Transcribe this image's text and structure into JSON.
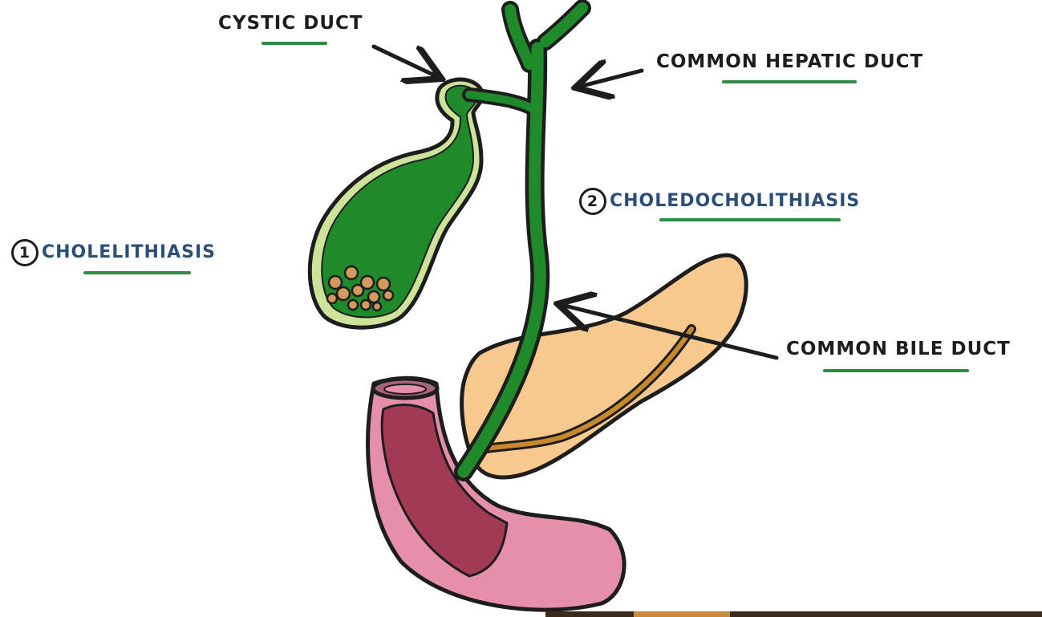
{
  "labels": {
    "cystic_duct": "CYSTIC DUCT",
    "common_hepatic_duct": "COMMON HEPATIC DUCT",
    "common_bile_duct": "COMMON BILE DUCT",
    "cholelithiasis_num": "1",
    "cholelithiasis": "CHOLELITHIASIS",
    "choledocholithiasis_num": "2",
    "choledocholithiasis": "CHOLEDOCHOLITHIASIS"
  },
  "colors": {
    "outline": "#1d1d1d",
    "duct_green": "#1f8a2a",
    "gallbladder_green": "#1f8a2a",
    "gallbladder_rim": "#cde39a",
    "gallstone": "#d49a5c",
    "pancreas": "#f7c98f",
    "pancreatic_duct": "#c8882c",
    "duodenum": "#e58fab",
    "duodenum_mucosa": "#a23a55",
    "underline_green": "#2f8a45",
    "label_blue": "#2c4f7a"
  }
}
